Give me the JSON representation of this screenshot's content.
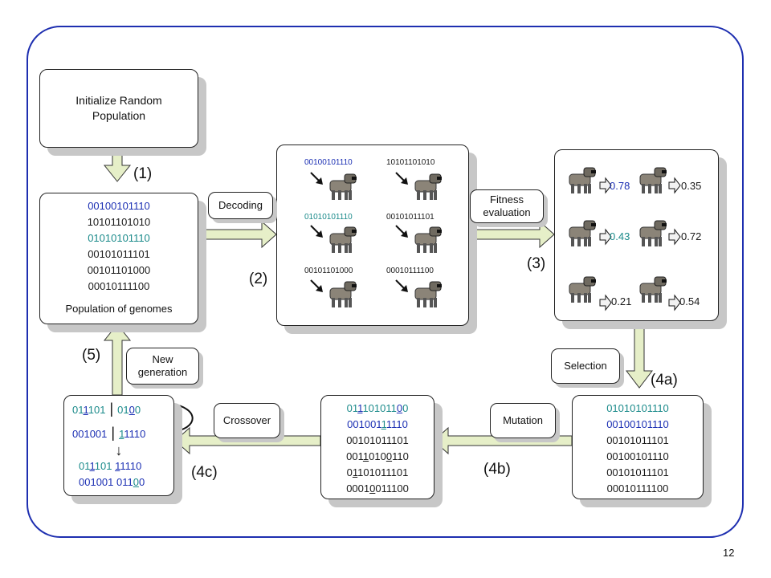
{
  "slide_number": "12",
  "init_box": {
    "line1": "Initialize Random",
    "line2": "Population"
  },
  "population": {
    "genomes": [
      "00100101110",
      "10101101010",
      "01010101110",
      "00101011101",
      "00101101000",
      "00010111100"
    ],
    "caption": "Population of genomes"
  },
  "step_labels": {
    "s1": "(1)",
    "s2": "(2)",
    "s3": "(3)",
    "s4a": "(4a)",
    "s4b": "(4b)",
    "s4c": "(4c)",
    "s5": "(5)"
  },
  "bubbles": {
    "decoding": "Decoding",
    "fitness_line1": "Fitness",
    "fitness_line2": "evaluation",
    "selection": "Selection",
    "mutation": "Mutation",
    "crossover": "Crossover",
    "new_gen_line1": "New",
    "new_gen_line2": "generation"
  },
  "decoded": [
    "00100101110",
    "10101101010",
    "01010101110",
    "00101011101",
    "00101101000",
    "00010111100"
  ],
  "fitness": [
    "0.78",
    "0.35",
    "0.43",
    "0.72",
    "0.21",
    "0.54"
  ],
  "selected": [
    "01010101110",
    "00100101110",
    "00101011101",
    "00100101110",
    "00101011101",
    "00010111100"
  ],
  "mutated": {
    "r1": [
      "01",
      "1",
      "101011",
      "0",
      "0"
    ],
    "r2": [
      "001001",
      "1",
      "1110"
    ],
    "r3": "00101011101",
    "r4": [
      "001",
      "1",
      "010",
      "0",
      "110"
    ],
    "r5": [
      "0",
      "1",
      "101011101"
    ],
    "r6": [
      "0001",
      "0",
      "011100"
    ]
  },
  "crossover": {
    "p1": [
      "01",
      "1",
      "101",
      "01",
      "0",
      "0"
    ],
    "p2": [
      "001001",
      "1",
      "1110"
    ],
    "c1": [
      "01",
      "1",
      "101 ",
      "1",
      "1110"
    ],
    "c2": [
      "001001 011",
      "0",
      "0"
    ],
    "down_arrow": "↓"
  },
  "colors": {
    "frame": "#1e2fb0",
    "blue": "#1b2fb3",
    "teal": "#1a8a8a",
    "arrow_fill": "#e6efc8",
    "shadow": "#c7c7c7"
  }
}
